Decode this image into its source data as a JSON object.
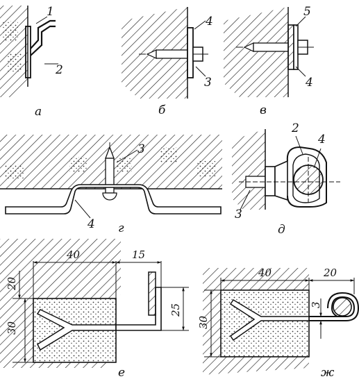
{
  "figure": {
    "panels": {
      "a": {
        "caption": "а",
        "callouts": [
          "1",
          "2"
        ]
      },
      "b": {
        "caption": "б",
        "callouts": [
          "4",
          "3"
        ]
      },
      "v": {
        "caption": "в",
        "callouts": [
          "5",
          "4"
        ]
      },
      "g": {
        "caption": "г",
        "callouts": [
          "3",
          "4"
        ]
      },
      "d": {
        "caption": "д",
        "callouts": [
          "2",
          "4",
          "3"
        ]
      },
      "e": {
        "caption": "е",
        "dims": [
          "40",
          "15",
          "20",
          "30",
          "25"
        ]
      },
      "zh": {
        "caption": "ж",
        "dims": [
          "40",
          "20",
          "3",
          "30"
        ]
      }
    }
  }
}
